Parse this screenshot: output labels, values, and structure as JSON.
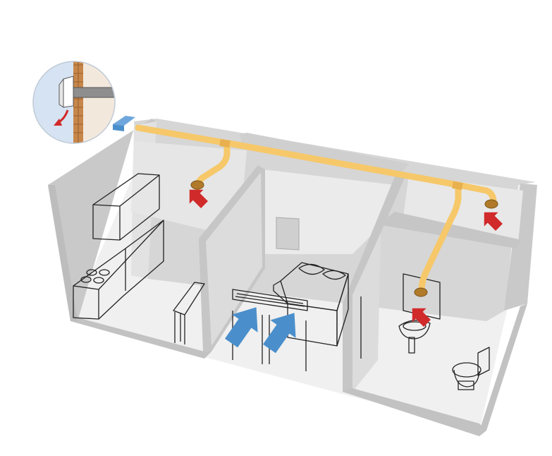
{
  "colors": {
    "exhaust_duct": "#f6c86a",
    "exhaust_arrow": "#d12a2a",
    "supply_arrow": "#4a8fcb",
    "wall": "#c9c9c9",
    "floor": "#f0f0f0",
    "outdoor_air": "#d6e3f2",
    "brick": "#c8874a"
  },
  "icons": [
    "exterior-wall-vent-inset",
    "exhaust-fan-unit",
    "kitchen-cabinets",
    "stove",
    "bed",
    "toilet",
    "washbasin",
    "window-vent"
  ]
}
